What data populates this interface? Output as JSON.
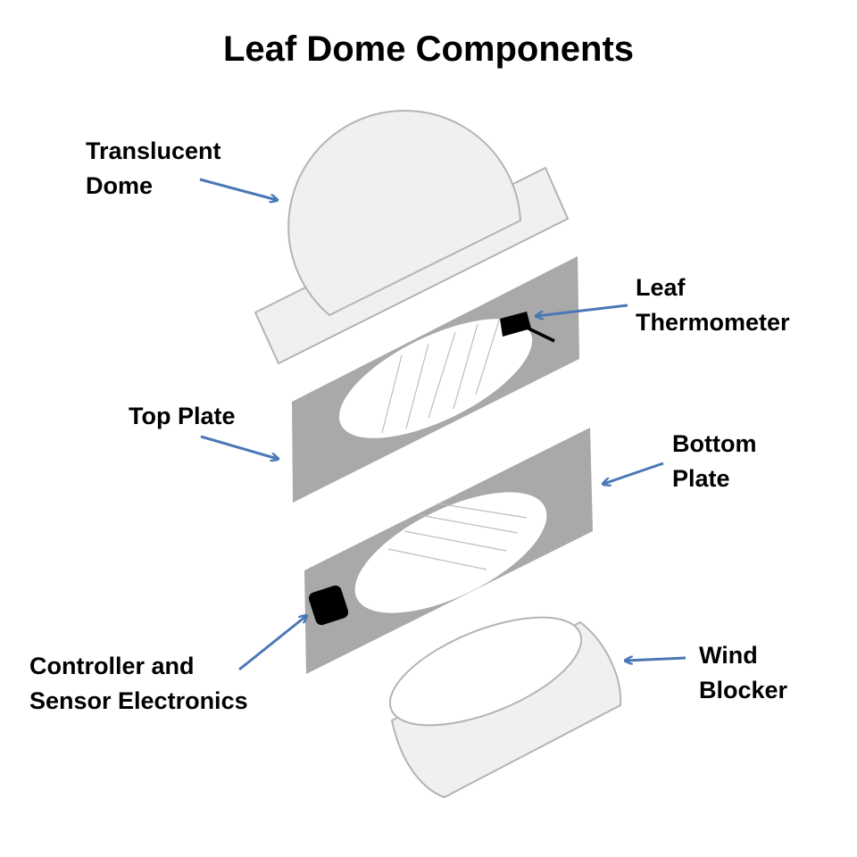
{
  "title": "Leaf Dome Components",
  "colors": {
    "arrow": "#4a78b5",
    "plate": "#a9a9a9",
    "dome_fill": "#f0f0f0",
    "dome_stroke": "#b4b4b4",
    "component_dark": "#000000"
  },
  "labels": {
    "translucent_dome": [
      "Translucent",
      "Dome"
    ],
    "leaf_thermometer": [
      "Leaf",
      "Thermometer"
    ],
    "top_plate": [
      "Top Plate"
    ],
    "bottom_plate": [
      "Bottom",
      "Plate"
    ],
    "controller": [
      "Controller and",
      "Sensor Electronics"
    ],
    "wind_blocker": [
      "Wind",
      "Blocker"
    ]
  }
}
